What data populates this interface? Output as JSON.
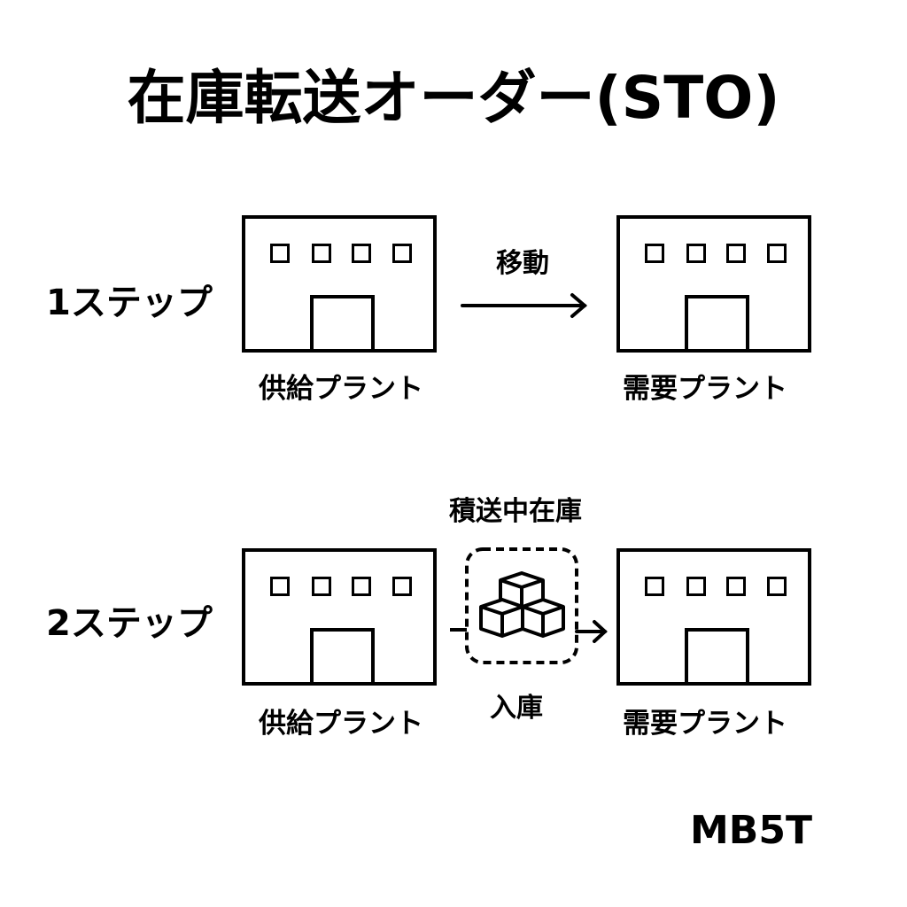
{
  "title": "在庫転送オーダー(STO)",
  "one_step": {
    "label": "1ステップ",
    "supply_plant": "供給プラント",
    "demand_plant": "需要プラント",
    "arrow_label": "移動"
  },
  "two_step": {
    "label": "2ステップ",
    "supply_plant": "供給プラント",
    "demand_plant": "需要プラント",
    "transit_label": "積送中在庫",
    "receipt_label": "入庫",
    "transit_icon": "boxes-icon"
  },
  "transaction_code": "MB5T"
}
